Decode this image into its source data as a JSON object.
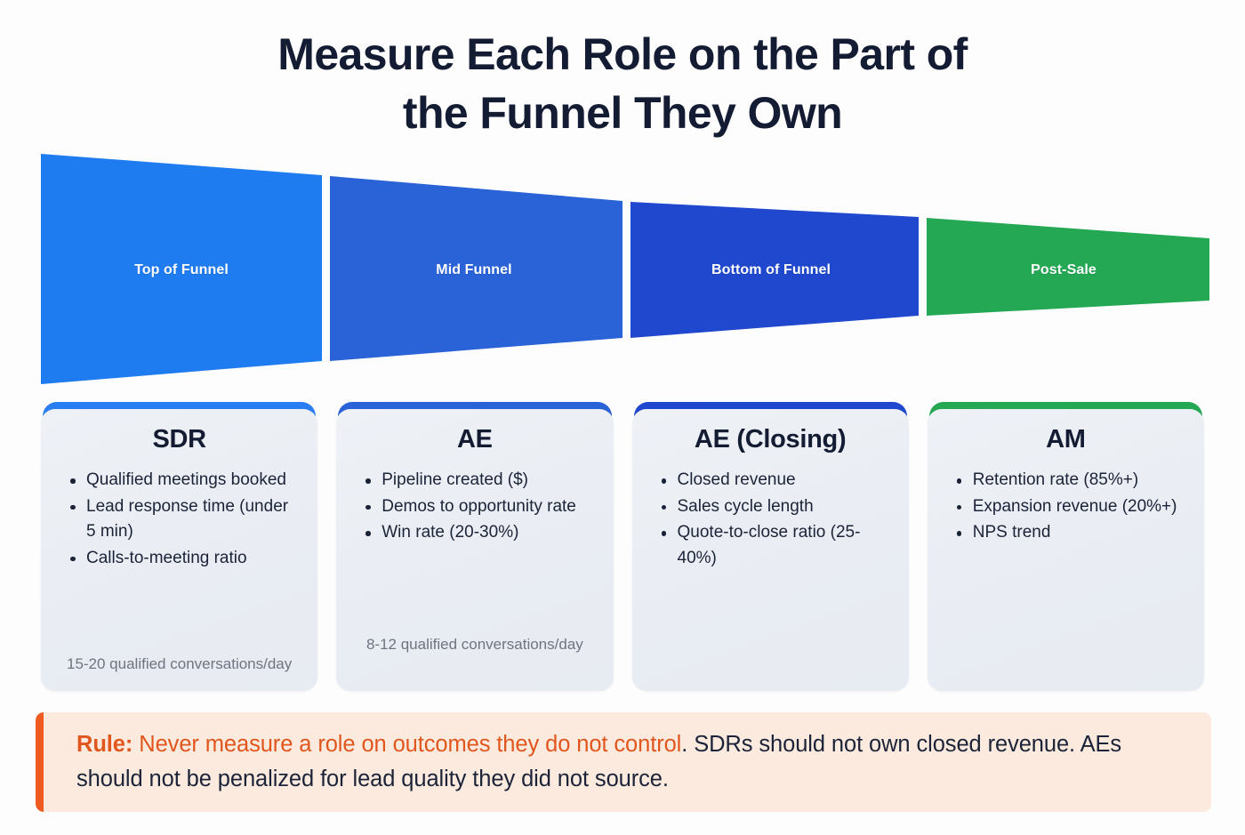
{
  "title": {
    "line1": "Measure Each Role on the Part of",
    "line2": "the Funnel They Own"
  },
  "colors": {
    "funnel_top": "#1f7bf0",
    "funnel_mid": "#2a62d8",
    "funnel_bottom": "#1f48ce",
    "funnel_post_sale": "#24a854",
    "title_navy": "#141c33",
    "note_gray": "#6e7480",
    "rule_orange": "#ee5a1f",
    "rule_bg": "#fdeade",
    "card_bg": "#e9edf3"
  },
  "funnel": {
    "stages": [
      {
        "label": "Top of Funnel",
        "color": "#1f7bf0"
      },
      {
        "label": "Mid Funnel",
        "color": "#2a62d8"
      },
      {
        "label": "Bottom of Funnel",
        "color": "#1f48ce"
      },
      {
        "label": "Post-Sale",
        "color": "#24a854"
      }
    ]
  },
  "cards": [
    {
      "role": "SDR",
      "accent": "#2b7df2",
      "metrics": [
        "Qualified meetings booked",
        "Lead response time (under 5 min)",
        "Calls-to-meeting ratio"
      ],
      "note": "15-20 qualified conversations/day"
    },
    {
      "role": "AE",
      "accent": "#2a62d8",
      "metrics": [
        "Pipeline created ($)",
        "Demos to opportunity rate",
        "Win rate (20-30%)"
      ],
      "note": "8-12 qualified conversations/day"
    },
    {
      "role": "AE (Closing)",
      "accent": "#1f48ce",
      "metrics": [
        "Closed revenue",
        "Sales cycle length",
        "Quote-to-close ratio (25-40%)"
      ],
      "note": ""
    },
    {
      "role": "AM",
      "accent": "#24a854",
      "metrics": [
        "Retention rate (85%+)",
        "Expansion revenue (20%+)",
        "NPS trend"
      ],
      "note": ""
    }
  ],
  "callout": {
    "keyword": "Rule:",
    "highlight": "Never measure a role on outcomes they do not control",
    "rest": ". SDRs should not own closed revenue. AEs should not be penalized for lead quality they did not source."
  }
}
